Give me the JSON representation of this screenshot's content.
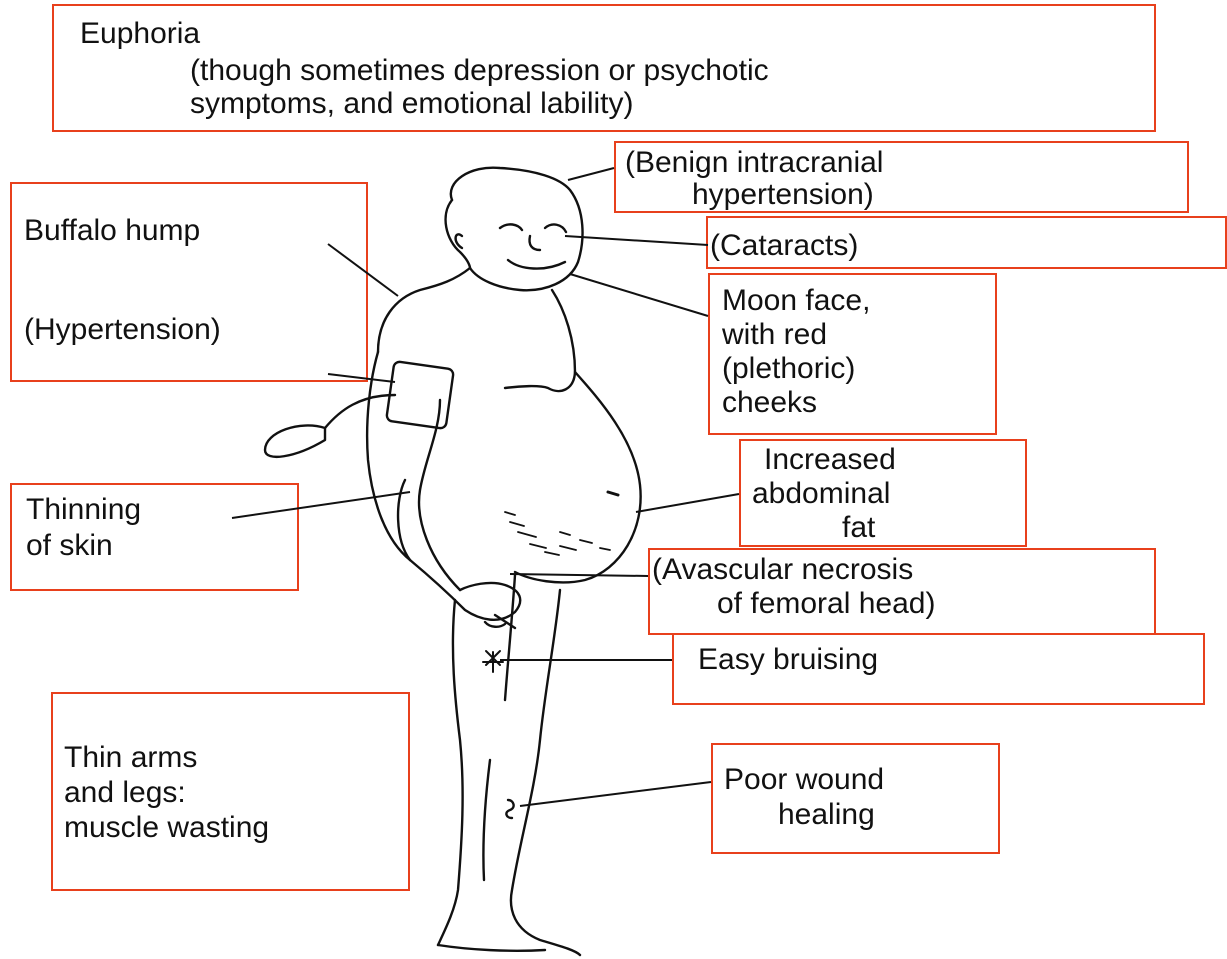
{
  "labels": {
    "euphoria": "Euphoria",
    "euphoria_detail_1": "(though sometimes depression or psychotic",
    "euphoria_detail_2": "symptoms, and emotional lability)",
    "benign_1": "(Benign intracranial",
    "benign_2": "hypertension)",
    "buffalo_hump": "Buffalo hump",
    "cataracts": "(Cataracts)",
    "hypertension": "(Hypertension)",
    "moon_face_1": "Moon face,",
    "moon_face_2": "with red",
    "moon_face_3": "(plethoric)",
    "moon_face_4": "cheeks",
    "abdominal_1": "Increased",
    "abdominal_2": "abdominal",
    "abdominal_3": "fat",
    "thinning_1": "Thinning",
    "thinning_2": "of skin",
    "avascular_1": "(Avascular necrosis",
    "avascular_2": "of femoral head)",
    "bruising": "Easy bruising",
    "thin_limbs_1": "Thin arms",
    "thin_limbs_2": "and legs:",
    "thin_limbs_3": "muscle wasting",
    "wound_1": "Poor wound",
    "wound_2": "healing"
  },
  "colors": {
    "box_border": "#e8401c",
    "line": "#111111"
  }
}
